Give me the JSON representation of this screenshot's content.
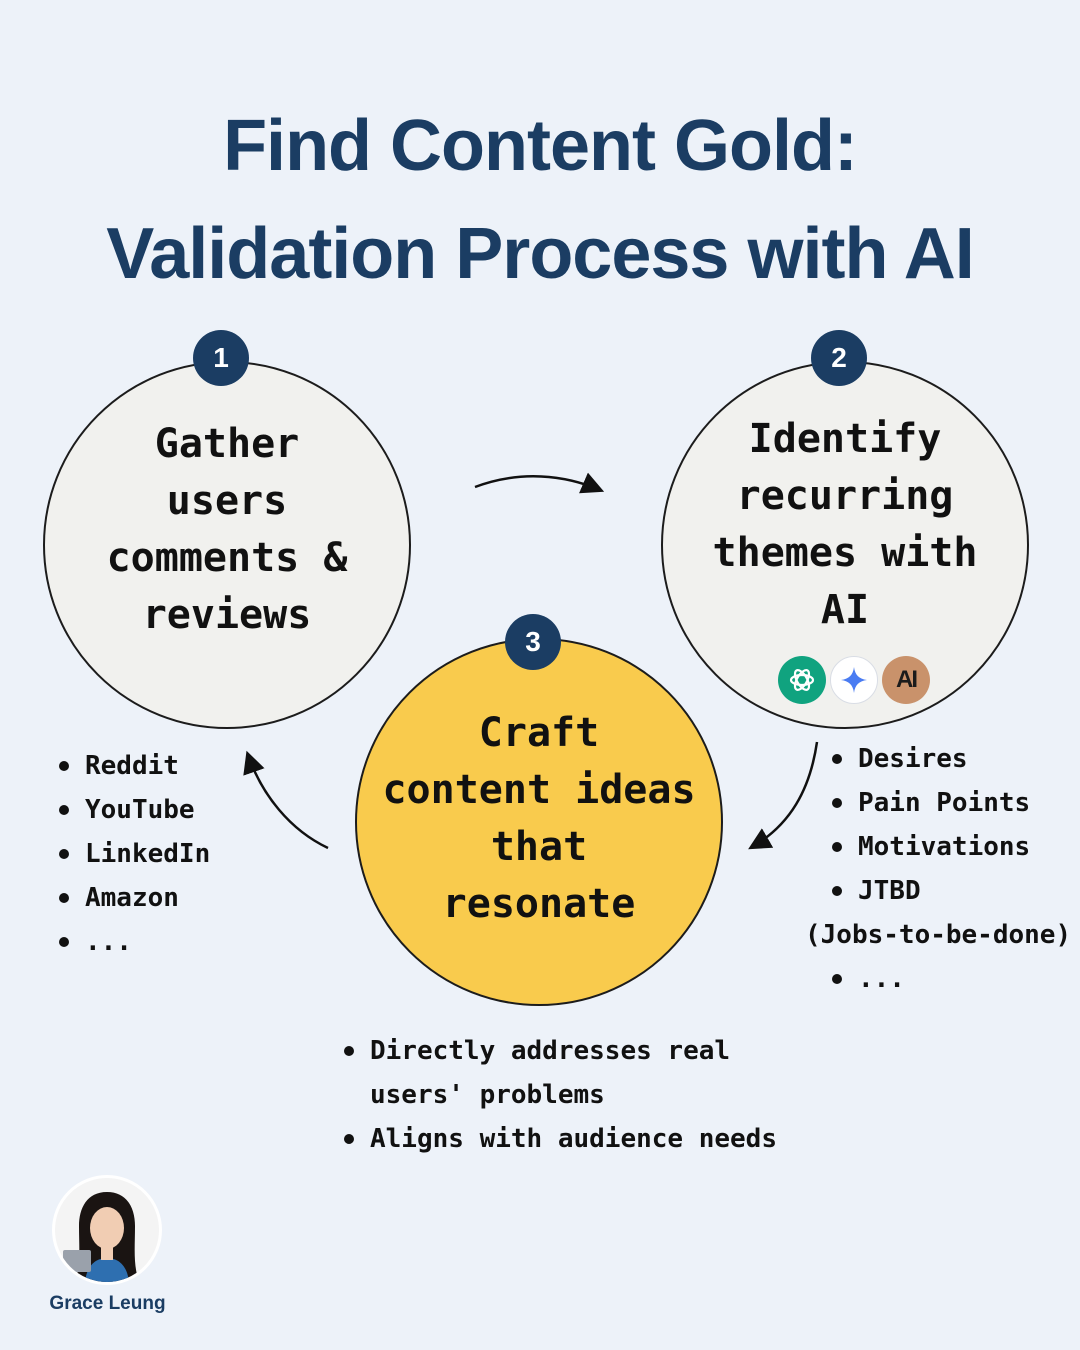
{
  "title": {
    "line1": "Find Content Gold:",
    "line2": "Validation Process with AI"
  },
  "steps": [
    {
      "number": "1",
      "text": [
        "Gather",
        "users",
        "comments &",
        "reviews"
      ]
    },
    {
      "number": "2",
      "text": [
        "Identify",
        "recurring",
        "themes with",
        "AI"
      ]
    },
    {
      "number": "3",
      "text": [
        "Craft",
        "content ideas",
        "that",
        "resonate"
      ]
    }
  ],
  "ai_icons": [
    "chatgpt-icon",
    "gemini-icon",
    "claude-icon"
  ],
  "ai_labels": {
    "claude": "AI"
  },
  "sources": [
    "Reddit",
    "YouTube",
    "LinkedIn",
    "Amazon",
    "..."
  ],
  "themes": [
    "Desires",
    "Pain Points",
    "Motivations",
    "JTBD"
  ],
  "themes_note": "(Jobs-to-be-done)",
  "themes_more": "...",
  "outcomes": {
    "item1_line1": "Directly addresses real",
    "item1_line2": "users' problems",
    "item2": "Aligns with audience needs"
  },
  "author": "Grace Leung",
  "colors": {
    "background": "#edf2f9",
    "navy": "#1b3d63",
    "highlight": "#f9cb4d",
    "circle": "#f1f1ee"
  }
}
